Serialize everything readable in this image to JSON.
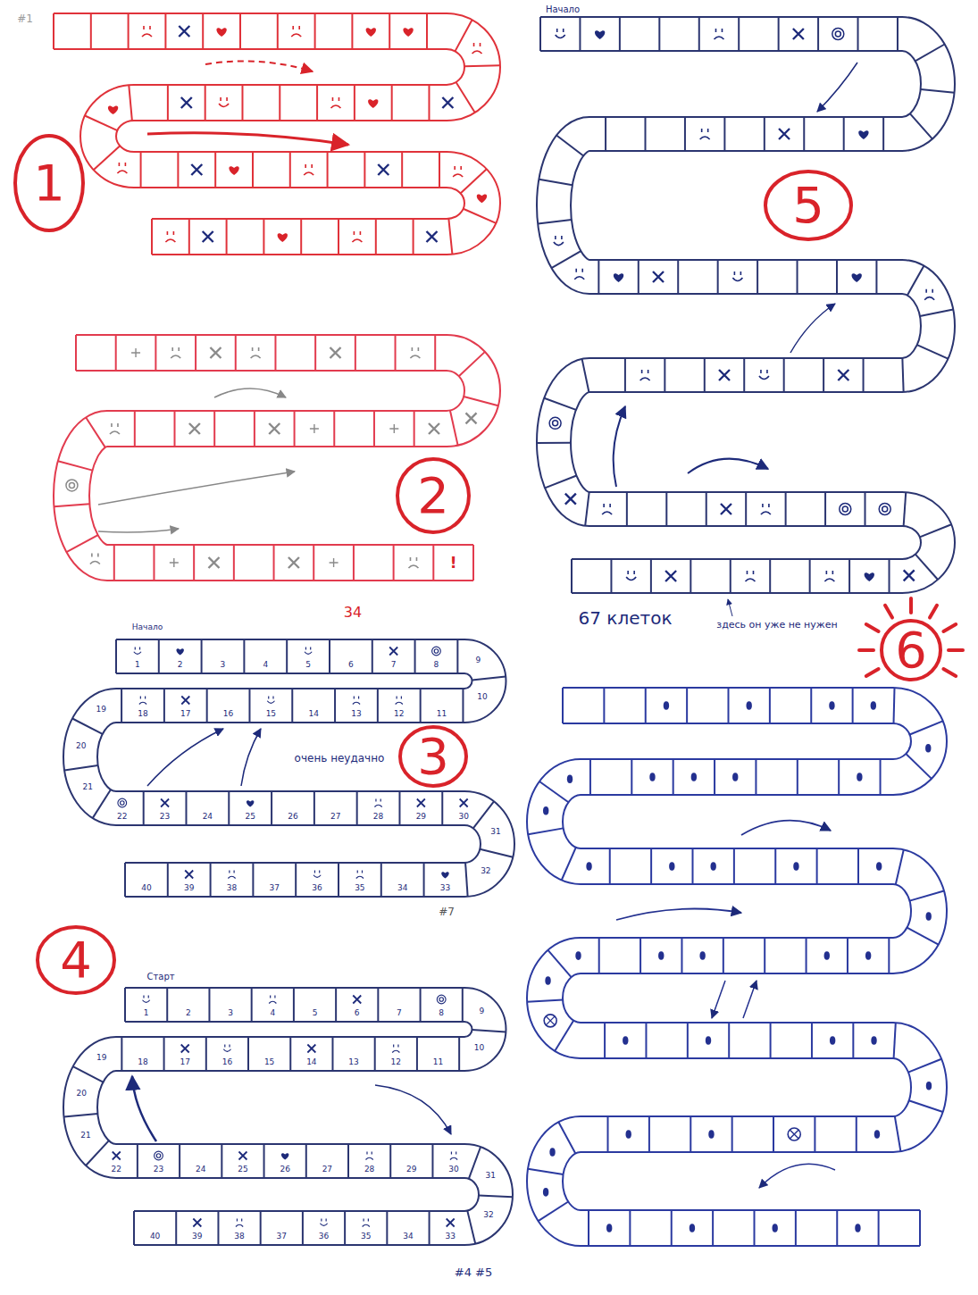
{
  "diagram": {
    "nodes": [
      {
        "text": [
          "1"
        ]
      },
      {
        "text": [
          "2"
        ]
      },
      {
        "text": [
          "3"
        ]
      },
      {
        "text": [
          "4"
        ]
      },
      {
        "text": [
          "5"
        ]
      },
      {
        "text": [
          "6"
        ]
      }
    ],
    "labels": [
      "#1",
      "!",
      "34",
      "Начало",
      "очень неудачно",
      "#7",
      "Старт",
      "#4 #5",
      "Начало",
      "67 клеток",
      "здесь он уже не нужен",
      "1",
      "2",
      "3",
      "4",
      "5",
      "6",
      "7",
      "8",
      "9",
      "10",
      "11",
      "12",
      "13",
      "14",
      "15",
      "16",
      "17",
      "18",
      "19",
      "20",
      "21",
      "22",
      "23",
      "24",
      "25",
      "26",
      "27",
      "28",
      "29",
      "30",
      "31",
      "32",
      "33",
      "34",
      "35",
      "36",
      "37",
      "38",
      "39",
      "40",
      "1",
      "2",
      "3",
      "4",
      "5",
      "6",
      "7",
      "8",
      "9",
      "10",
      "11",
      "12",
      "13",
      "14",
      "15",
      "16",
      "17",
      "18",
      "19",
      "20",
      "21",
      "22",
      "23",
      "24",
      "25",
      "26",
      "27",
      "28",
      "29",
      "30",
      "31",
      "32",
      "33",
      "34",
      "35",
      "36",
      "37",
      "38",
      "39",
      "40"
    ]
  }
}
